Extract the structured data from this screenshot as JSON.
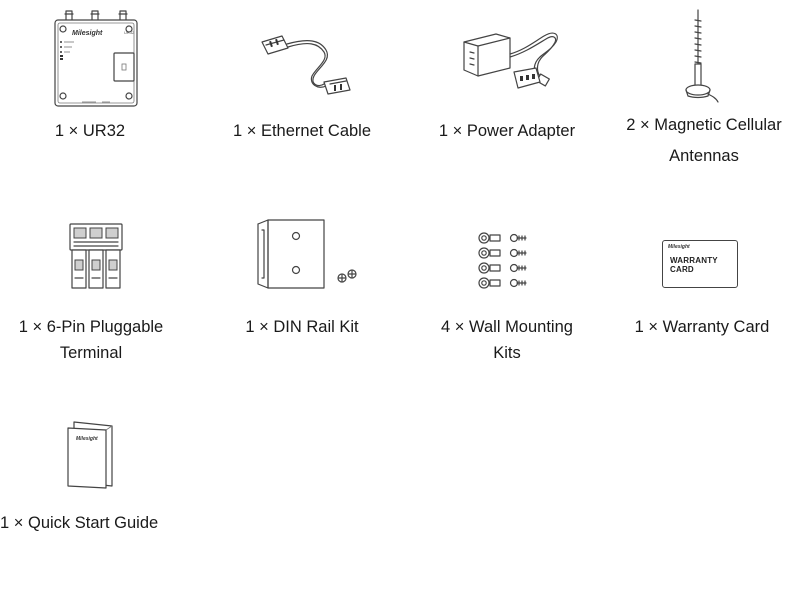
{
  "items": [
    {
      "caption": "1 × UR32"
    },
    {
      "caption": "1 × Ethernet Cable"
    },
    {
      "caption": "1 × Power Adapter"
    },
    {
      "caption": "2 × Magnetic Cellular",
      "caption2": "Antennas"
    },
    {
      "caption": "1 × 6-Pin Pluggable",
      "caption2": "Terminal"
    },
    {
      "caption": "1 × DIN Rail Kit"
    },
    {
      "caption": "4 × Wall Mounting",
      "caption2": "Kits"
    },
    {
      "caption": "1 × Warranty Card"
    },
    {
      "caption": "1 × Quick Start Guide"
    }
  ],
  "labels": {
    "ur32_brand": "Milesight",
    "ur32_model": "UR32",
    "guide_brand": "Milesight",
    "warranty_brand": "Milesight",
    "warranty_line1": "WARRANTY",
    "warranty_line2": "CARD"
  }
}
